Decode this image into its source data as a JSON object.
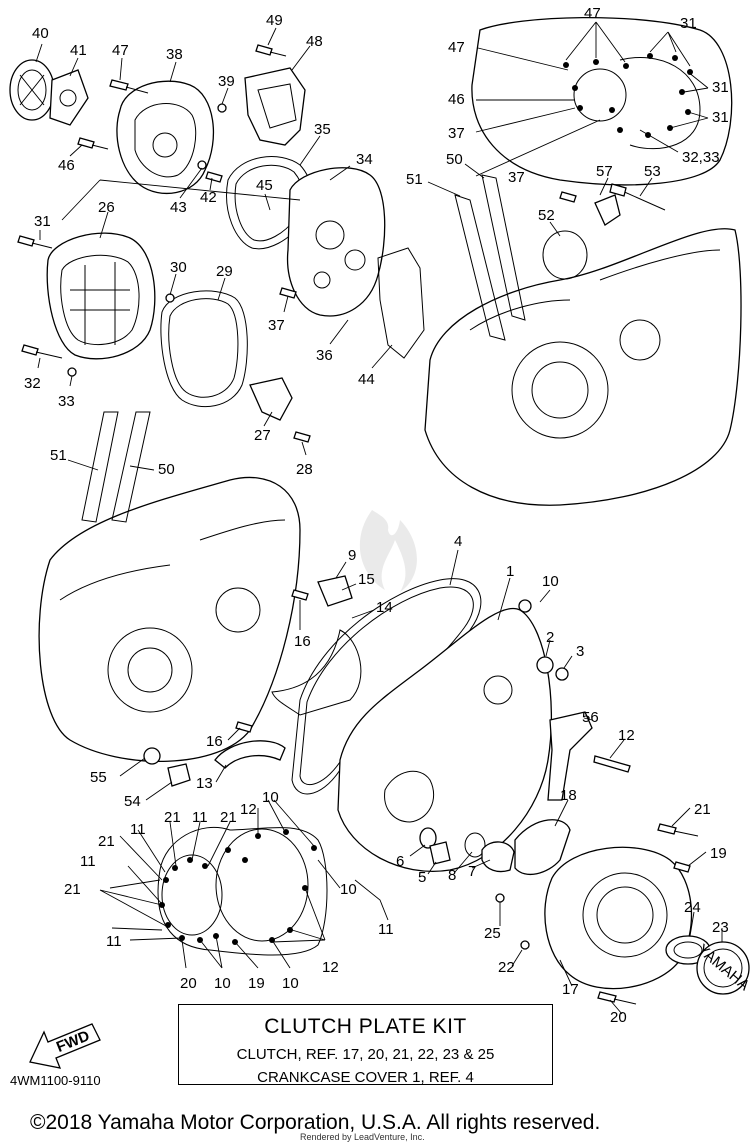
{
  "kit": {
    "title": "CLUTCH PLATE KIT",
    "line1": "CLUTCH, REF. 17, 20, 21, 22, 23 & 25",
    "line2": "CRANKCASE COVER 1, REF. 4"
  },
  "ref_code": "4WM1100-9110",
  "fwd_label": "FWD",
  "yamaha_cap_text": "YAMAHA",
  "copyright": "©2018 Yamaha Motor Corporation, U.S.A. All rights reserved.",
  "rendered_by": "Rendered by LeadVenture, Inc.",
  "callouts": [
    "40",
    "41",
    "47",
    "38",
    "49",
    "48",
    "39",
    "46",
    "43",
    "42",
    "35",
    "45",
    "34",
    "31",
    "26",
    "30",
    "29",
    "32",
    "33",
    "27",
    "28",
    "37",
    "36",
    "44",
    "47",
    "47",
    "31",
    "46",
    "31",
    "37",
    "31",
    "37",
    "32,33",
    "50",
    "51",
    "57",
    "53",
    "52",
    "51",
    "50",
    "4",
    "1",
    "10",
    "9",
    "15",
    "14",
    "16",
    "2",
    "3",
    "56",
    "12",
    "16",
    "13",
    "55",
    "54",
    "18",
    "21",
    "19",
    "6",
    "5",
    "8",
    "7",
    "11",
    "25",
    "24",
    "23",
    "22",
    "17",
    "20",
    "12",
    "10",
    "10",
    "11",
    "21",
    "11",
    "21",
    "21",
    "11",
    "21",
    "11",
    "20",
    "10",
    "19",
    "10",
    "12"
  ]
}
